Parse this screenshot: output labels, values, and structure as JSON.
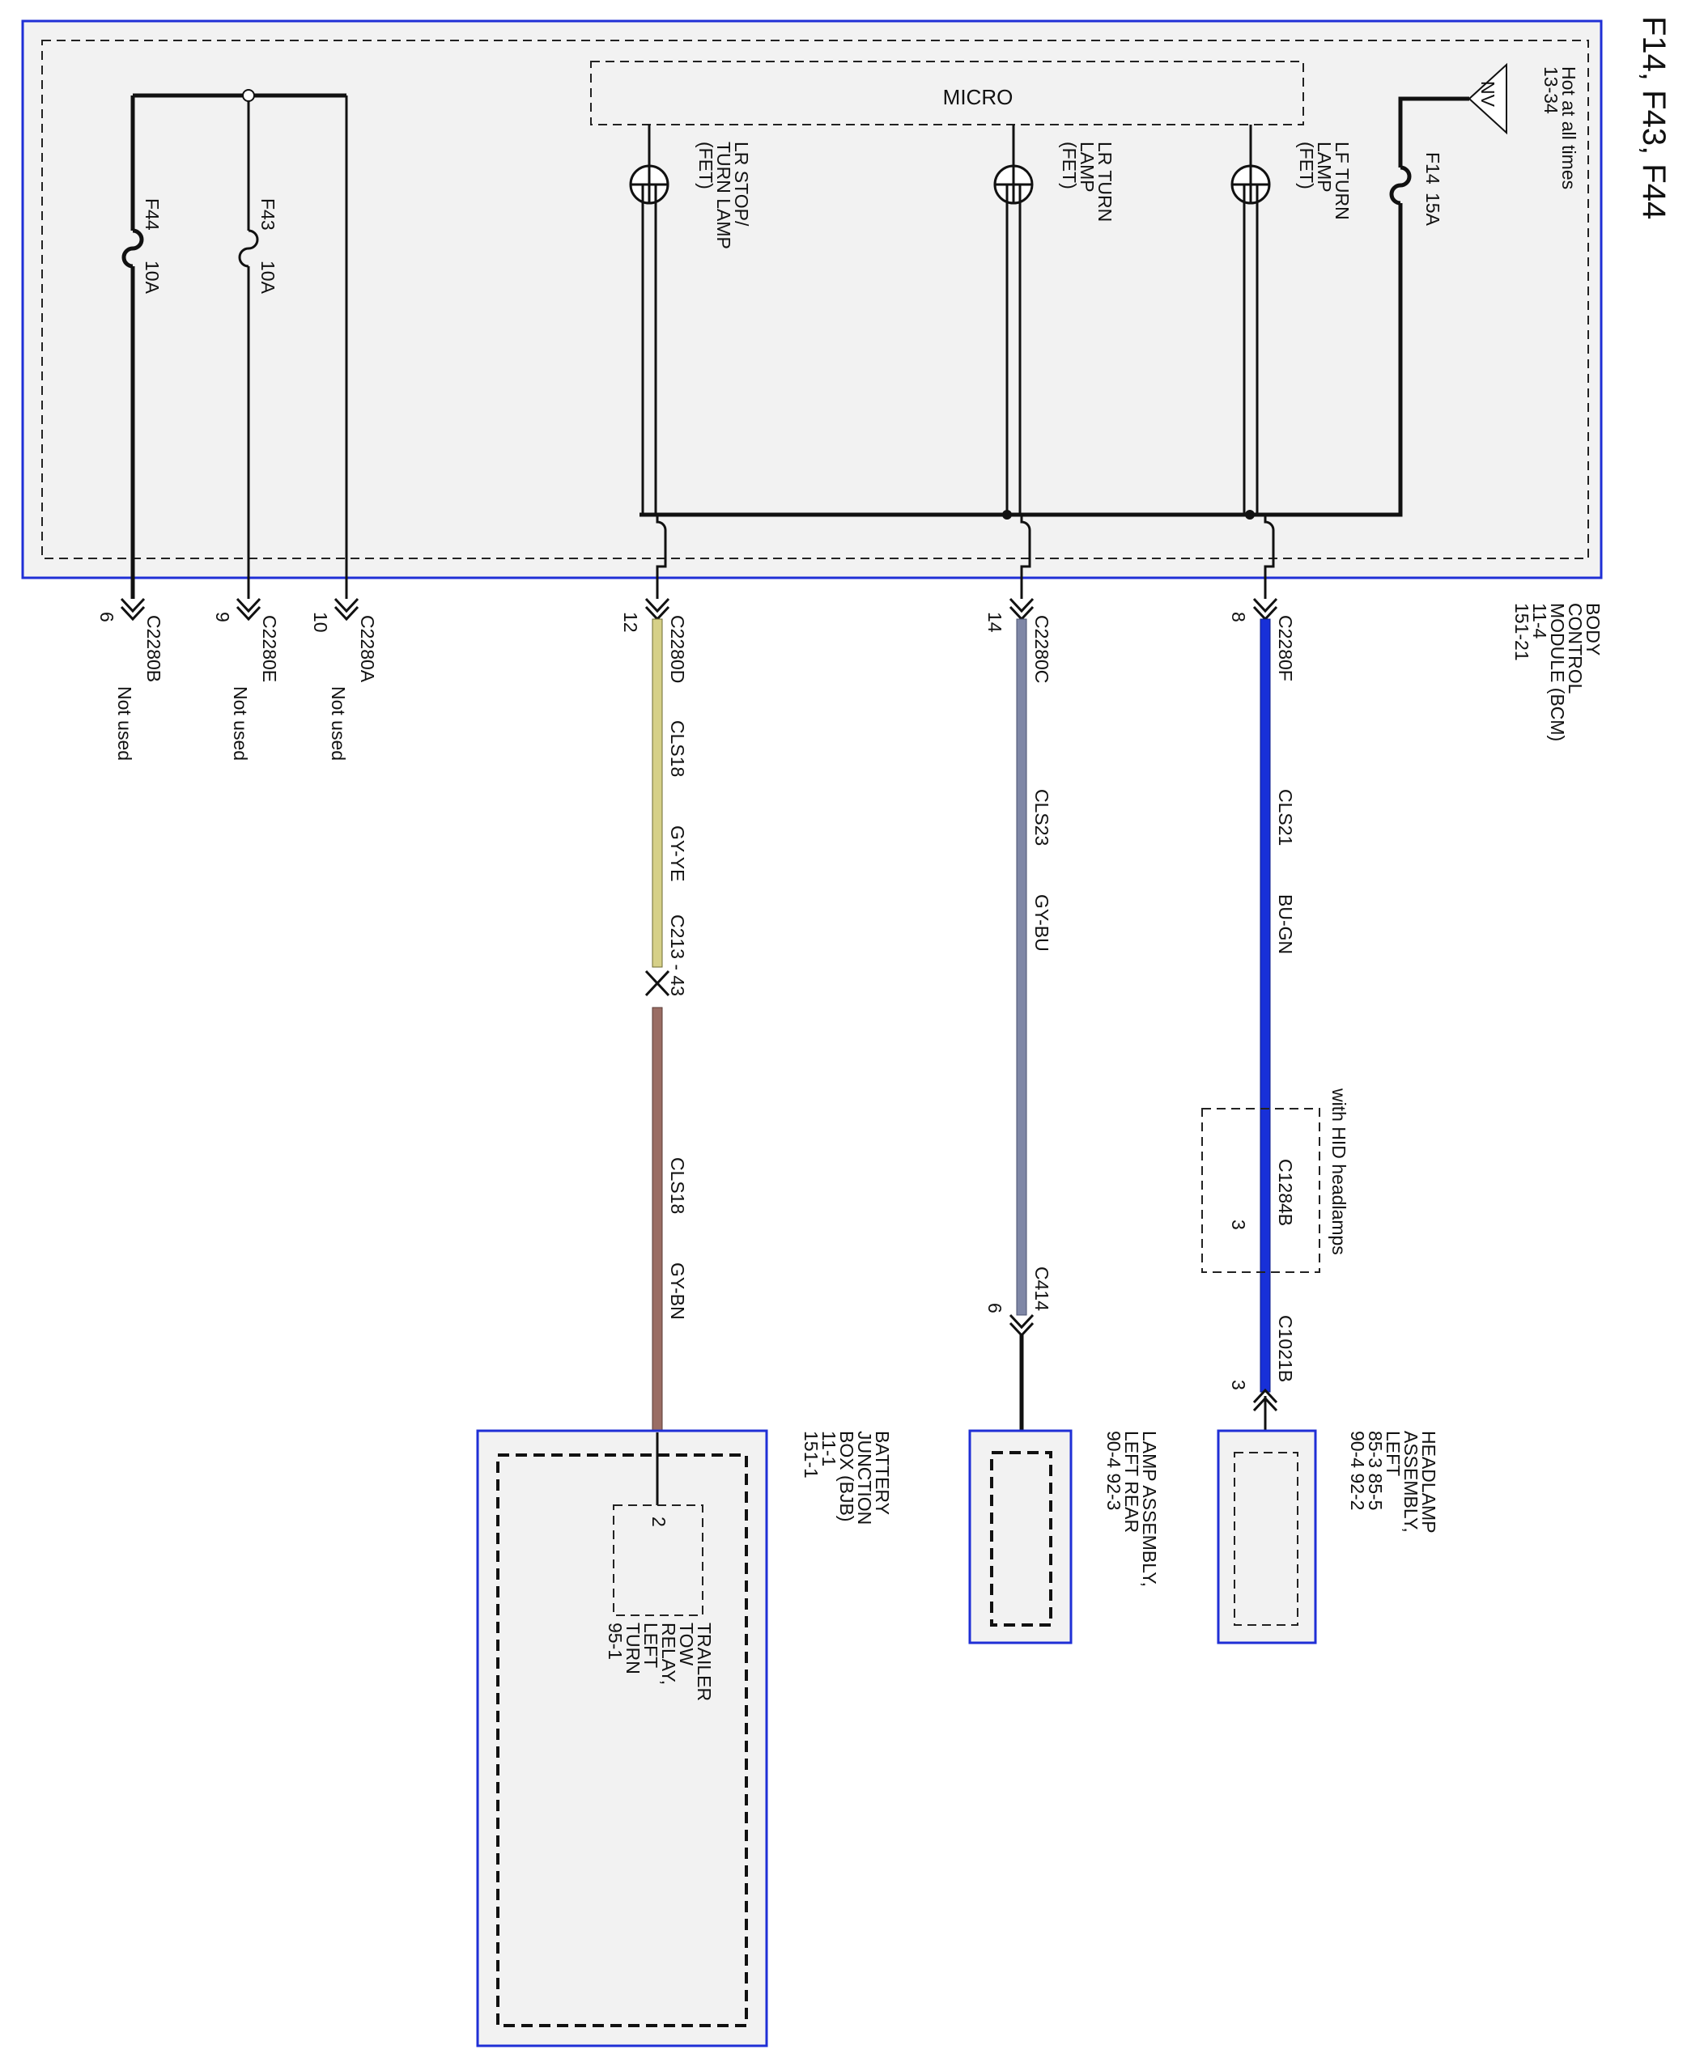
{
  "title": "F14, F43, F44",
  "colors": {
    "module_border": "#1f2fd6",
    "wire_bu_gn": "#1830d8",
    "wire_gy_bu": "#7f87a6",
    "wire_gy_ye": "#d6d088",
    "wire_gy_bn": "#9a6d64",
    "module_fill": "#f2f2f2"
  },
  "bcm": {
    "name_lines": [
      "BODY",
      "CONTROL",
      "MODULE (BCM)",
      "11-4",
      "151-21"
    ],
    "micro_label": "MICRO",
    "power_source_lines": [
      "Hot at all times",
      "13-34"
    ],
    "power_symbol": "NV",
    "fuses": [
      {
        "id": "F14",
        "rating": "15A"
      },
      {
        "id": "F43",
        "rating": "10A"
      },
      {
        "id": "F44",
        "rating": "10A"
      }
    ],
    "outputs": [
      {
        "lines": [
          "LF TURN",
          "LAMP",
          "(FET)"
        ]
      },
      {
        "lines": [
          "LR TURN",
          "LAMP",
          "(FET)"
        ]
      },
      {
        "lines": [
          "LR STOP/",
          "TURN LAMP",
          "(FET)"
        ]
      }
    ]
  },
  "pins": {
    "c2280f": {
      "connector": "C2280F",
      "pin": "8"
    },
    "c2280c": {
      "connector": "C2280C",
      "pin": "14"
    },
    "c2280d": {
      "connector": "C2280D",
      "pin": "12"
    },
    "c2280a": {
      "connector": "C2280A",
      "pin": "10",
      "note": "Not used"
    },
    "c2280e": {
      "connector": "C2280E",
      "pin": "9",
      "note": "Not used"
    },
    "c2280b": {
      "connector": "C2280B",
      "pin": "6",
      "note": "Not used"
    }
  },
  "circuits": {
    "lf_turn": {
      "circuit": "CLS21",
      "color": "BU-GN"
    },
    "lr_turn": {
      "circuit": "CLS23",
      "color": "GY-BU"
    },
    "lr_stop_a": {
      "circuit": "CLS18",
      "color": "GY-YE"
    },
    "lr_stop_b": {
      "circuit": "CLS18",
      "color": "GY-BN"
    }
  },
  "inline": {
    "c213": "C213 - 43",
    "hid_option": "with HID headlamps",
    "c1284b": {
      "connector": "C1284B",
      "pin": "3"
    },
    "c1021b": {
      "connector": "C1021B",
      "pin": "3"
    },
    "c414": {
      "connector": "C414",
      "pin": "6"
    }
  },
  "components": {
    "headlamp": {
      "lines": [
        "HEADLAMP",
        "ASSEMBLY,",
        "LEFT",
        "85-3     85-5",
        "90-4     92-2"
      ]
    },
    "rear_lamp": {
      "lines": [
        "LAMP ASSEMBLY,",
        "LEFT REAR",
        "90-4     92-3"
      ]
    },
    "bjb": {
      "lines": [
        "BATTERY",
        "JUNCTION",
        "BOX (BJB)",
        "11-1",
        "151-1"
      ]
    },
    "trailer_relay": {
      "pin": "2",
      "lines": [
        "TRAILER",
        "TOW",
        "RELAY,",
        "LEFT",
        "TURN",
        "95-1"
      ]
    }
  }
}
